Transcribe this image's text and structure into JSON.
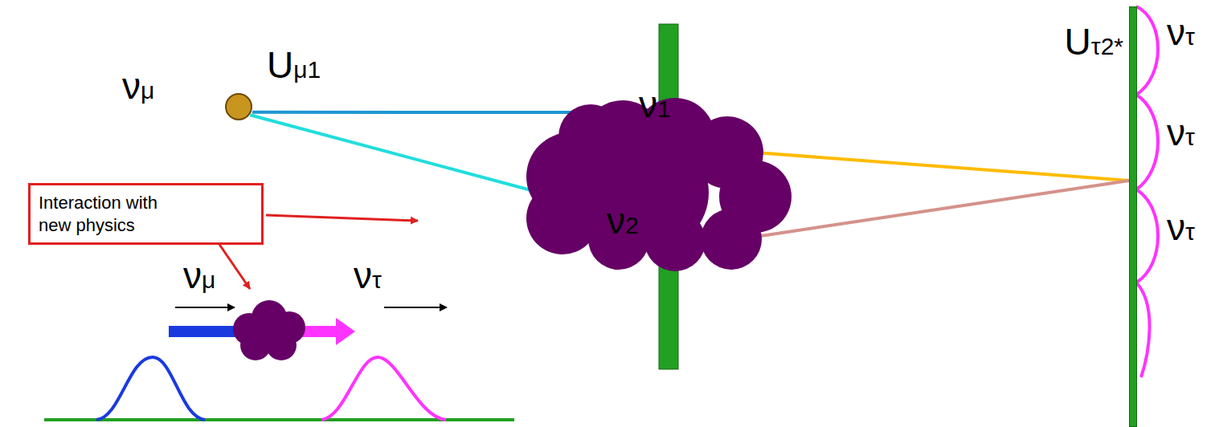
{
  "diagram": {
    "nodes": [
      {
        "text": [
          "νμ",
          "Uμ1"
        ]
      },
      {
        "text": [
          "ν1",
          "ν2"
        ]
      },
      {
        "text": [
          "Uτ2*"
        ]
      },
      {
        "text": [
          "Interaction with new physics"
        ]
      }
    ],
    "edges": [
      {
        "from": 0,
        "to": 1,
        "arrow": "none"
      },
      {
        "from": 0,
        "to": 1,
        "arrow": "none"
      },
      {
        "from": 1,
        "to": 2,
        "arrow": "none"
      },
      {
        "from": 1,
        "to": 2,
        "arrow": "none"
      }
    ],
    "labels": [
      "νμ",
      "ντ",
      "ντ",
      "ντ",
      "ντ"
    ]
  }
}
